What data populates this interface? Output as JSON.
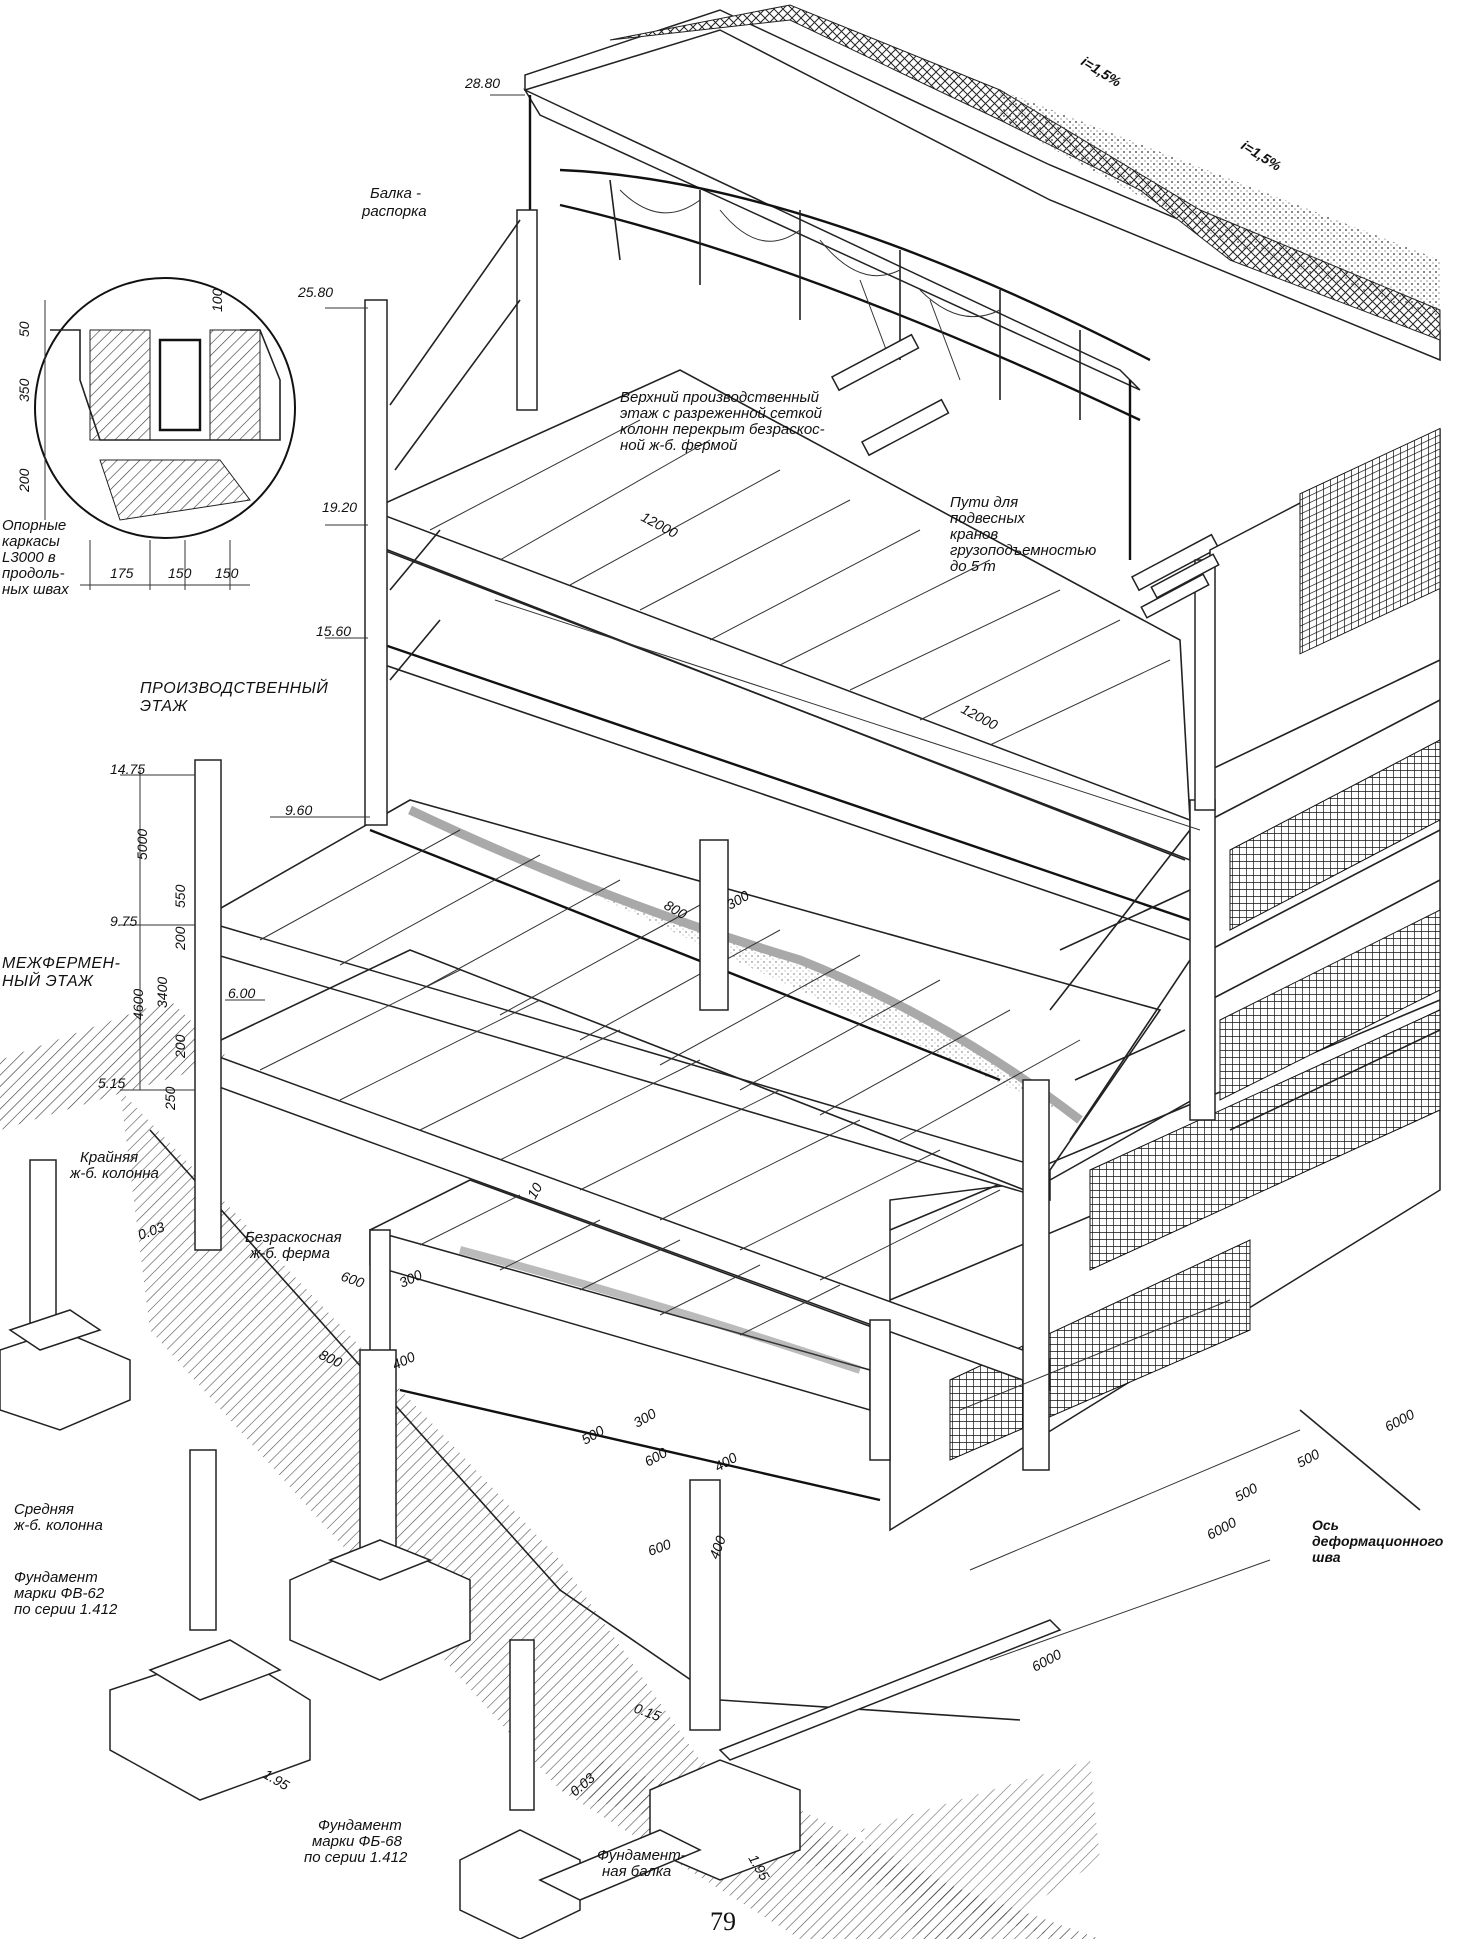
{
  "labels": {
    "slope_1": "i=1,5%",
    "slope_2": "i=1,5%",
    "beam_spacer": [
      "Балка -",
      "распорка"
    ],
    "upper_floor": [
      "Верхний производственный",
      "этаж с разреженной сеткой",
      "колонн перекрыт безраскос-",
      "ной ж-б. фермой"
    ],
    "crane_paths": [
      "Пути для",
      "подвесных",
      "кранов",
      "грузоподъемностью",
      "до 5 т"
    ],
    "support_frames": [
      "Опорные",
      "каркасы",
      "L3000 в",
      "продоль-",
      "ных швах"
    ],
    "production_floor": [
      "ПРОИЗВОДСТВЕННЫЙ",
      "ЭТАЖ"
    ],
    "interfarm_floor": [
      "МЕЖФЕРМЕН-",
      "НЫЙ ЭТАЖ"
    ],
    "edge_column": [
      "Крайняя",
      "ж-б. колонна"
    ],
    "trussless_farm": [
      "Безраскосная",
      "ж-б. ферма"
    ],
    "middle_column": [
      "Средняя",
      "ж-б. колонна"
    ],
    "foundation_fv62": [
      "Фундамент",
      "марки ФВ-62",
      "по серии 1.412"
    ],
    "foundation_fb68": [
      "Фундамент",
      "марки ФБ-68",
      "по серии 1.412"
    ],
    "foundation_beam": [
      "Фундамент-",
      "ная балка"
    ],
    "deformation_axis": [
      "Ось",
      "деформационного",
      "шва"
    ]
  },
  "levels": {
    "l_28_80": "28.80",
    "l_25_80": "25.80",
    "l_19_20": "19.20",
    "l_15_60": "15.60",
    "l_14_75": "14.75",
    "l_9_60": "9.60",
    "l_9_75": "9.75",
    "l_6_00": "6.00",
    "l_5_15": "5.15",
    "l_0_03a": "0.03",
    "l_0_03b": "0.03",
    "l_0_15": "0.15",
    "l_1_95a": "1.95",
    "l_1_95b": "1.95"
  },
  "dimensions": {
    "span_top": "12000",
    "span_mid": "12000",
    "d_50": "50",
    "d_350": "350",
    "d_200": "200",
    "d_175": "175",
    "d_150a": "150",
    "d_150b": "150",
    "d_100": "100",
    "d_5000": "5000",
    "d_550": "550",
    "d_200b": "200",
    "d_3400": "3400",
    "d_4600": "4600",
    "d_200c": "200",
    "d_250": "250",
    "d_800a": "800",
    "d_300a": "300",
    "d_600a": "600",
    "d_300b": "300",
    "d_800b": "800",
    "d_400a": "400",
    "d_500a": "500",
    "d_300c": "300",
    "d_600b": "600",
    "d_400b": "400",
    "d_600c": "600",
    "d_400c": "400",
    "d_6000a": "6000",
    "d_6000b": "6000",
    "d_6000c": "6000",
    "d_500b": "500",
    "d_500c": "500",
    "d_10": "10"
  },
  "page_number": "79"
}
